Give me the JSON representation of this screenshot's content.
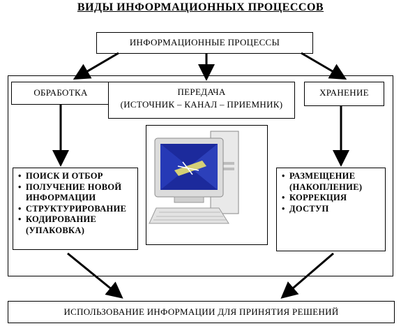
{
  "title": "ВИДЫ ИНФОРМАЦИОННЫХ ПРОЦЕССОВ",
  "top_box": "ИНФОРМАЦИОННЫЕ ПРОЦЕССЫ",
  "processing": {
    "label": "ОБРАБОТКА",
    "items": [
      "ПОИСК И ОТБОР",
      "ПОЛУЧЕНИЕ НОВОЙ ИНФОРМАЦИИ",
      "СТРУКТУРИРОВАНИЕ",
      "КОДИРОВАНИЕ (УПАКОВКА)"
    ]
  },
  "transmission": {
    "label": "ПЕРЕДАЧА",
    "sub": "(ИСТОЧНИК – КАНАЛ – ПРИЕМНИК)"
  },
  "storage": {
    "label": "ХРАНЕНИЕ",
    "items": [
      "РАЗМЕЩЕНИЕ (НАКОПЛЕНИЕ)",
      "КОРРЕКЦИЯ",
      "ДОСТУП"
    ]
  },
  "bottom_box": "ИСПОЛЬЗОВАНИЕ ИНФОРМАЦИИ ДЛЯ ПРИНЯТИЯ РЕШЕНИЙ",
  "computer_image": "computer-illustration",
  "colors": {
    "screen": "#1c2a9c",
    "line": "#000000"
  }
}
